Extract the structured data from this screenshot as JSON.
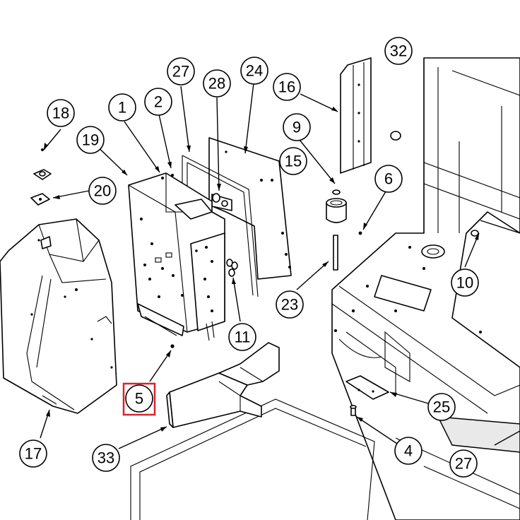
{
  "callouts": [
    {
      "id": "c18",
      "label": "18"
    },
    {
      "id": "c19",
      "label": "19"
    },
    {
      "id": "c1",
      "label": "1"
    },
    {
      "id": "c2",
      "label": "2"
    },
    {
      "id": "c27a",
      "label": "27"
    },
    {
      "id": "c28",
      "label": "28"
    },
    {
      "id": "c24",
      "label": "24"
    },
    {
      "id": "c16",
      "label": "16"
    },
    {
      "id": "c32",
      "label": "32"
    },
    {
      "id": "c9",
      "label": "9"
    },
    {
      "id": "c15",
      "label": "15"
    },
    {
      "id": "c20",
      "label": "20"
    },
    {
      "id": "c6",
      "label": "6"
    },
    {
      "id": "c10",
      "label": "10"
    },
    {
      "id": "c23",
      "label": "23"
    },
    {
      "id": "c11",
      "label": "11"
    },
    {
      "id": "c5",
      "label": "5"
    },
    {
      "id": "c25",
      "label": "25"
    },
    {
      "id": "c17",
      "label": "17"
    },
    {
      "id": "c33",
      "label": "33"
    },
    {
      "id": "c4",
      "label": "4"
    },
    {
      "id": "c27b",
      "label": "27"
    }
  ],
  "highlight": {
    "label": "5",
    "color": "#d9232e"
  }
}
